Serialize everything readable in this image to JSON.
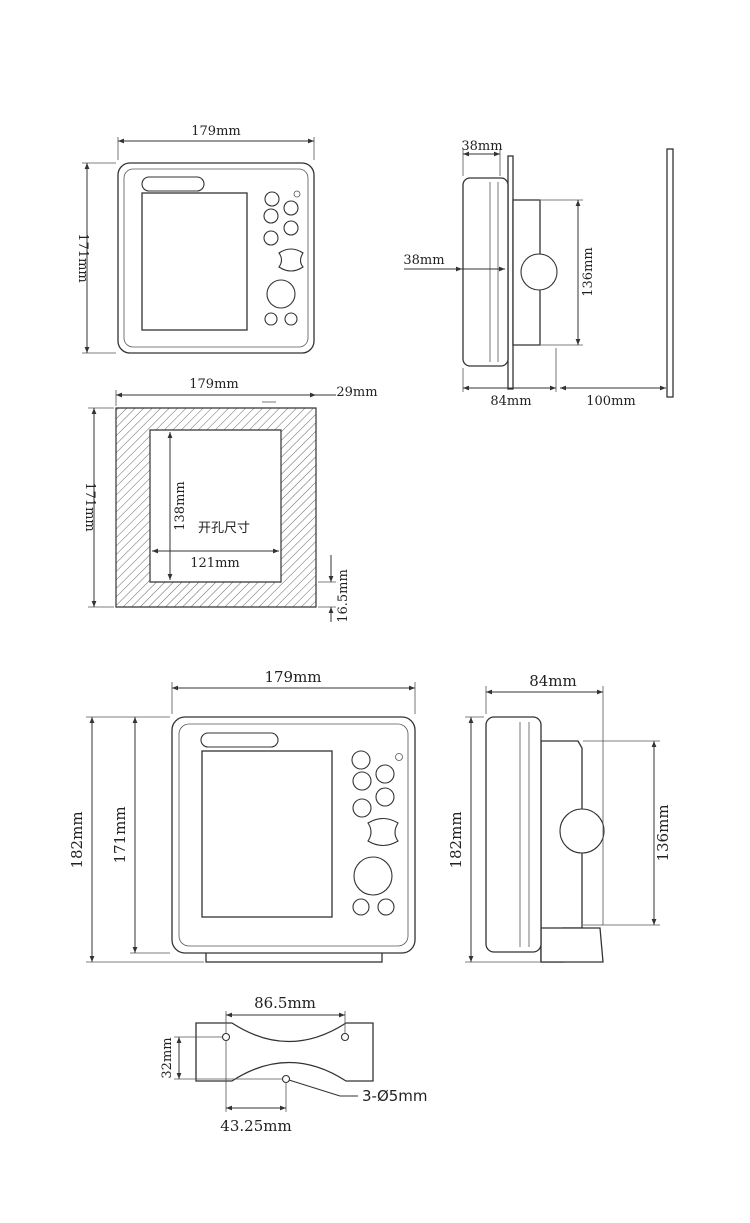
{
  "colors": {
    "line": "#333333",
    "background": "#ffffff",
    "hatch": "#666666"
  },
  "front_view_top": {
    "width_label": "179mm",
    "height_label": "171mm"
  },
  "side_view_top": {
    "depth_top_label": "38mm",
    "depth_mid_label": "38mm",
    "bracket_height_label": "136mm",
    "body_depth_label": "84mm",
    "clearance_label": "100mm"
  },
  "cutout_view": {
    "width_label": "179mm",
    "offset_label": "29mm",
    "height_label": "171mm",
    "hole_height_label": "138mm",
    "hole_width_label": "121mm",
    "caption": "开孔尺寸",
    "border_label": "16.5mm"
  },
  "front_view_bracket": {
    "width_label": "179mm",
    "total_height_label": "182mm",
    "body_height_label": "171mm"
  },
  "side_view_bracket": {
    "depth_label": "84mm",
    "total_height_label": "182mm",
    "bracket_height_label": "136mm"
  },
  "bracket_base": {
    "hole_spacing_label": "86.5mm",
    "height_label": "32mm",
    "offset_label": "43.25mm",
    "holes_label": "3-Ø5mm"
  }
}
